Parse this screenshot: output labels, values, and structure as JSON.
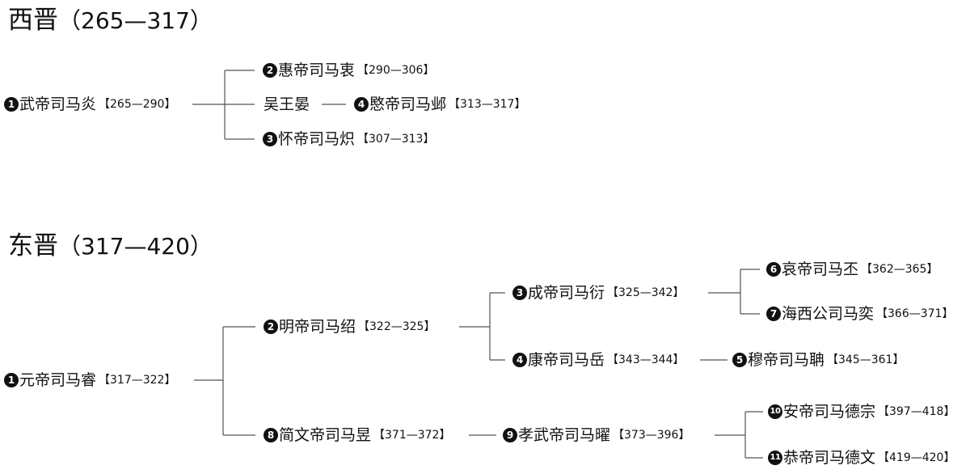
{
  "western_jin": {
    "title": "西晋",
    "years": "（265—317）",
    "nodes": {
      "wudi": {
        "num": "1",
        "name": "武帝司马炎",
        "years": "【265—290】"
      },
      "huidi": {
        "num": "2",
        "name": "惠帝司马衷",
        "years": "【290—306】"
      },
      "wuwang": {
        "num": "",
        "name": "吴王晏",
        "years": ""
      },
      "mindi": {
        "num": "4",
        "name": "愍帝司马邺",
        "years": "【313—317】"
      },
      "huaidi": {
        "num": "3",
        "name": "怀帝司马炽",
        "years": "【307—313】"
      }
    }
  },
  "eastern_jin": {
    "title": "东晋",
    "years": "（317—420）",
    "nodes": {
      "yuandi": {
        "num": "1",
        "name": "元帝司马睿",
        "years": "【317—322】"
      },
      "mingdi": {
        "num": "2",
        "name": "明帝司马绍",
        "years": "【322—325】"
      },
      "chengdi": {
        "num": "3",
        "name": "成帝司马衍",
        "years": "【325—342】"
      },
      "kangdi": {
        "num": "4",
        "name": "康帝司马岳",
        "years": "【343—344】"
      },
      "mudi": {
        "num": "5",
        "name": "穆帝司马聃",
        "years": "【345—361】"
      },
      "aidi": {
        "num": "6",
        "name": "哀帝司马丕",
        "years": "【362—365】"
      },
      "haixi": {
        "num": "7",
        "name": "海西公司马奕",
        "years": "【366—371】"
      },
      "jianwen": {
        "num": "8",
        "name": "简文帝司马昱",
        "years": "【371—372】"
      },
      "xiaowu": {
        "num": "9",
        "name": "孝武帝司马曜",
        "years": "【373—396】"
      },
      "andi": {
        "num": "10",
        "name": "安帝司马德宗",
        "years": "【397—418】"
      },
      "gongdi": {
        "num": "11",
        "name": "恭帝司马德文",
        "years": "【419—420】"
      }
    }
  }
}
